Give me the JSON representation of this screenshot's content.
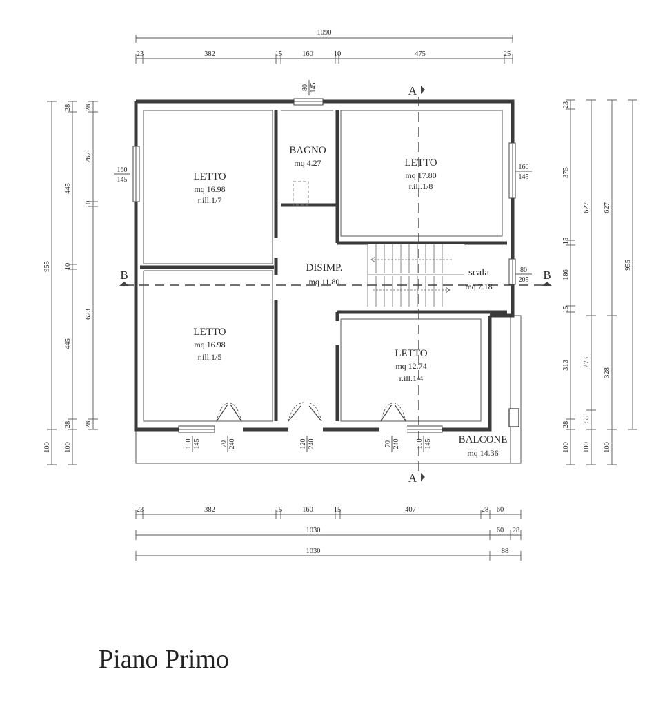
{
  "title": "Piano Primo",
  "rooms": [
    {
      "id": "letto-nw",
      "name": "LETTO",
      "area": "mq 16.98",
      "ratio": "r.ill.1/7"
    },
    {
      "id": "bagno",
      "name": "BAGNO",
      "area": "mq 4.27"
    },
    {
      "id": "letto-ne",
      "name": "LETTO",
      "area": "mq 17.80",
      "ratio": "r.ill.1/8"
    },
    {
      "id": "disimp",
      "name": "DISIMP.",
      "area": "mq 11.80"
    },
    {
      "id": "scala",
      "name": "scala",
      "area": "mq 7.18"
    },
    {
      "id": "letto-sw",
      "name": "LETTO",
      "area": "mq 16.98",
      "ratio": "r.ill.1/5"
    },
    {
      "id": "letto-se",
      "name": "LETTO",
      "area": "mq 12.74",
      "ratio": "r.ill.1/4"
    },
    {
      "id": "balcone",
      "name": "BALCONE",
      "area": "mq 14.36"
    }
  ],
  "section_marks": {
    "a": "A",
    "b": "B"
  },
  "openings": {
    "bagno_window": [
      "80",
      "145"
    ],
    "west_window": [
      "160",
      "145"
    ],
    "east_window": [
      "160",
      "145"
    ],
    "scala_window": [
      "80",
      "205"
    ],
    "south_window_w": [
      "100",
      "145"
    ],
    "door_w": [
      "70",
      "240"
    ],
    "door_c": [
      "120",
      "240"
    ],
    "door_e": [
      "70",
      "240"
    ],
    "south_window_e": [
      "100",
      "145"
    ]
  },
  "dimensions": {
    "top_total": "1090",
    "top_segments": [
      "23",
      "382",
      "15",
      "160",
      "10",
      "475",
      "25"
    ],
    "bottom_row1": [
      "23",
      "382",
      "15",
      "160",
      "15",
      "407",
      "28",
      "60"
    ],
    "bottom_row2": [
      "1030",
      "60",
      "28"
    ],
    "bottom_row3": [
      "1030",
      "88"
    ],
    "left_outer": [
      "955",
      "100"
    ],
    "left_mid": [
      "28",
      "445",
      "10",
      "445",
      "100"
    ],
    "left_inner": [
      "28",
      "267",
      "10",
      "623",
      "28"
    ],
    "right_inner": [
      "23",
      "375",
      "15",
      "186",
      "15",
      "313",
      "28",
      "100"
    ],
    "right_mid": [
      "627",
      "273",
      "55",
      "100"
    ],
    "right_mid2": [
      "627",
      "328",
      "100"
    ],
    "right_outer": [
      "955"
    ]
  }
}
